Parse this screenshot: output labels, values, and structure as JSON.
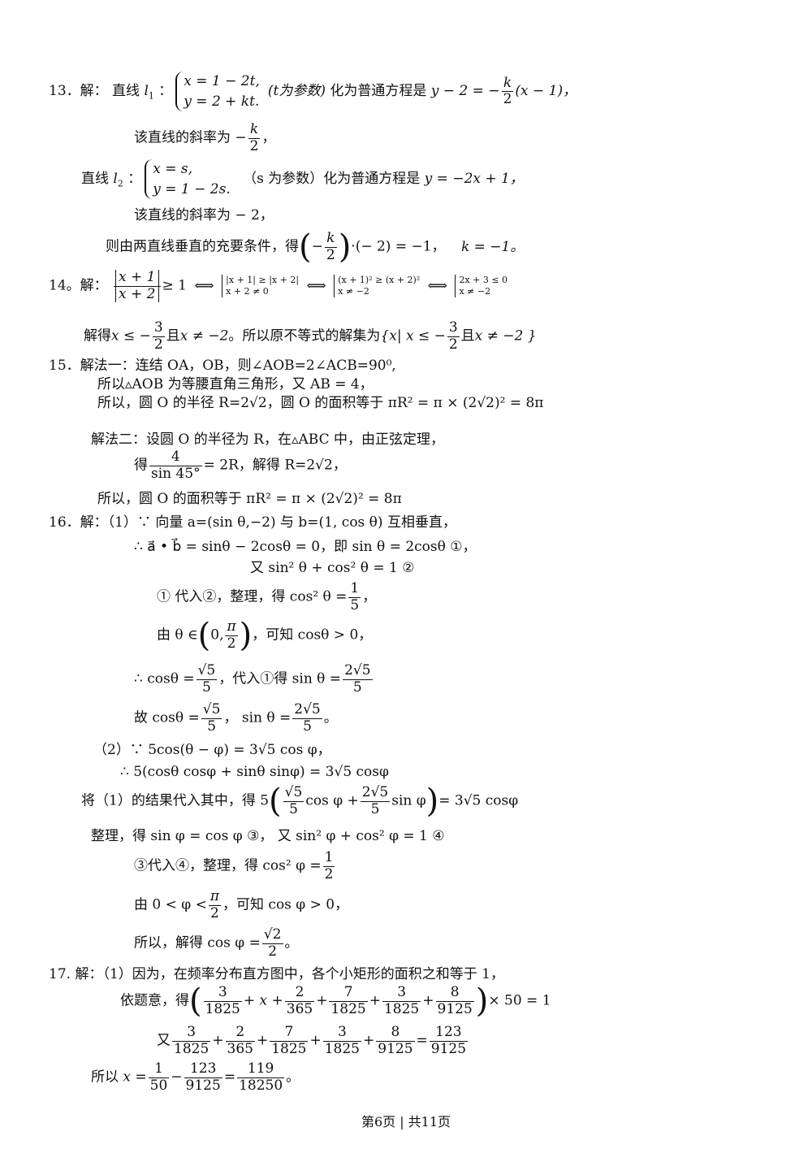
{
  "p13": {
    "num": "13．解：",
    "a1": "直线",
    "l1": "l",
    "sub1": "1",
    "colon": "：",
    "sys1a": "x = 1 − 2t,",
    "sys1b": "y = 2 + kt.",
    "param1": "(t为参数)",
    "a2": " 化为普通方程是",
    "eq1": "y − 2 = −",
    "k": "k",
    "two": "2",
    "eq1b": "(x − 1)，",
    "b1": "该直线的斜率为 −",
    "b1end": "，",
    "c1": "直线",
    "sub2": "2",
    "sys2a": "x = s,",
    "sys2b": "y = 1 − 2s.",
    "c2": "（s 为参数）化为普通方程是",
    "c3": "y = −2x + 1，",
    "d1": "该直线的斜率为 − 2，",
    "e1": "则由两直线垂直的充要条件，得",
    "e2": "·(− 2) = −1，",
    "e3": "k = −1。"
  },
  "p14": {
    "num": "14。解：",
    "abs1": "x + 1",
    "abs2": "x + 2",
    "ge": "≥ 1",
    "iff": "⟺",
    "s1a": "|x + 1| ≥ |x + 2|",
    "s1b": "x + 2 ≠ 0",
    "s2a": "(x + 1)² ≥ (x + 2)²",
    "s2b": "x ≠ −2",
    "s3a": "2x + 3 ≤ 0",
    "s3b": "x ≠ −2",
    "r1": "解得",
    "r2": "x ≤ −",
    "three": "3",
    "r3": "且",
    "r4": "x ≠ −2",
    "r5": "。所以原不等式的解集为",
    "r6": "{x| x ≤ −",
    "r7": "且",
    "r8": "x ≠ −2 }"
  },
  "p15": {
    "l1": "15．解法一：连结 OA，OB，则∠AOB=2∠ACB=90⁰,",
    "l2": "所以▵AOB 为等腰直角三角形，又 AB = 4，",
    "l3": "所以，圆 O 的半径 R=2√2，圆 O 的面积等于 πR² = π × (2√2)² = 8π",
    "l4": "解法二：设圆 O 的半径为 R，在▵ABC 中，由正弦定理，",
    "l5a": "得",
    "l5num": "4",
    "l5den": "sin 45°",
    "l5b": "= 2R，解得 R=2√2，",
    "l6": "所以，圆 O 的面积等于 πR² = π × (2√2)² = 8π"
  },
  "p16": {
    "l1": "16．解：（1）∵ 向量 a=(sin θ,−2) 与 b=(1, cos θ) 互相垂直，",
    "l2": "∴ a⃗ • b⃗ = sinθ − 2cosθ = 0，即 sin θ = 2cosθ ①，",
    "l3": "又 sin² θ + cos² θ = 1 ②",
    "l4a": "① 代入②，整理，得 cos² θ =",
    "one": "1",
    "five": "5",
    "l5a": "由 θ ∈",
    "l5b": "0,",
    "pi": "π",
    "l5c": "，可知 cosθ > 0，",
    "l6a": "∴ cosθ =",
    "r5": "√5",
    "l6b": "，代入①得 sin θ =",
    "tr5": "2√5",
    "l7a": "故  cosθ =",
    "l7b": "，  sin θ =",
    "l7c": "。",
    "l8": "（2）∵ 5cos(θ − φ) = 3√5 cos φ，",
    "l9": "∴ 5(cosθ cosφ + sinθ sinφ) = 3√5 cosφ",
    "l10a": "将（1）的结果代入其中，得 5",
    "l10b": "cos φ +",
    "l10c": "sin φ",
    "l10d": "= 3√5 cosφ",
    "l11": "整理，得 sin φ = cos φ ③，     又 sin² φ + cos² φ = 1 ④",
    "l12a": "③代入④，整理，得 cos² φ =",
    "l13a": "由 0 < φ <",
    "l13b": "，可知 cos φ > 0，",
    "l14a": "所以，解得 cos φ =",
    "r2": "√2",
    "l14b": "。"
  },
  "p17": {
    "l1": "17. 解：（1）因为，在频率分布直方图中，各个小矩形的面积之和等于 1，",
    "l2a": "依题意，得",
    "l2b": "× 50 = 1",
    "n3": "3",
    "n2": "2",
    "n7": "7",
    "n8": "8",
    "d1825": "1825",
    "d365": "365",
    "d9125": "9125",
    "plus": "+",
    "plusx": "+ x +",
    "l3a": "又",
    "eq": "=",
    "n123": "123",
    "l4a": "所以",
    "l4b": "x =",
    "n1": "1",
    "d50": "50",
    "minus": "−",
    "n119": "119",
    "d18250": "18250",
    "l4c": "。"
  },
  "footer": "第6页 | 共11页"
}
